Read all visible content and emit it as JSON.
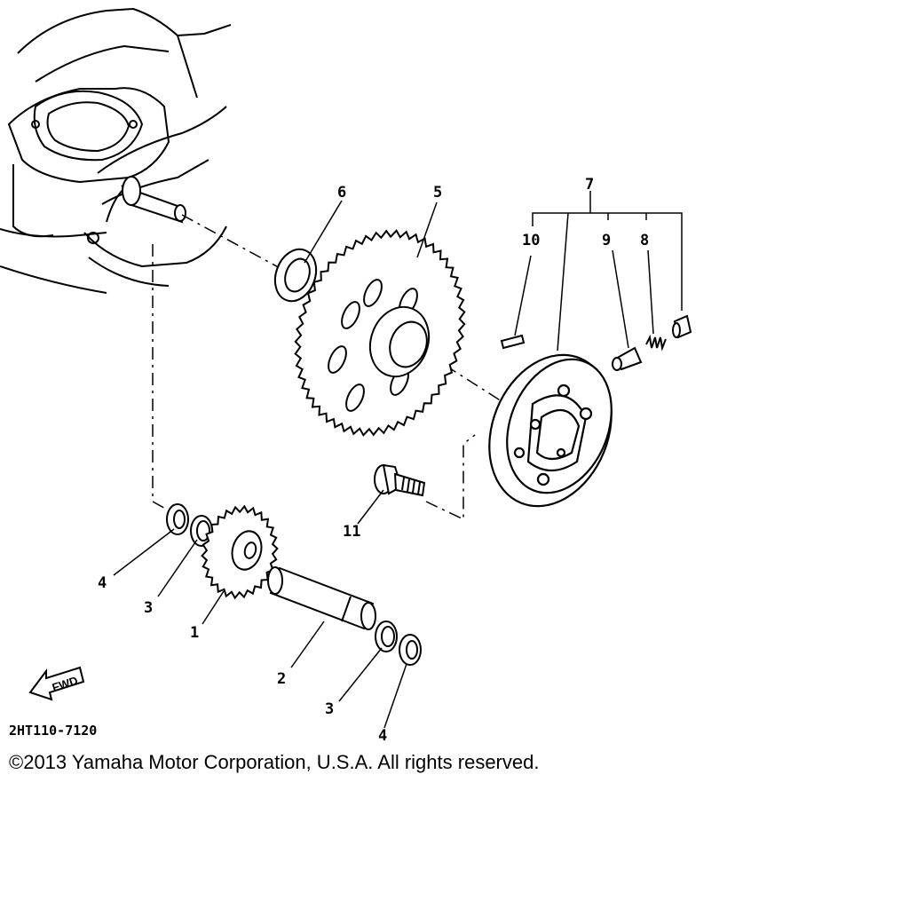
{
  "diagram": {
    "part_code": "2HT110-7120",
    "fwd_label": "FWD",
    "copyright": "©2013 Yamaha Motor Corporation, U.S.A. All rights reserved."
  },
  "callouts": [
    "1",
    "2",
    "3",
    "3",
    "4",
    "4",
    "5",
    "6",
    "7",
    "8",
    "9",
    "10",
    "11"
  ]
}
